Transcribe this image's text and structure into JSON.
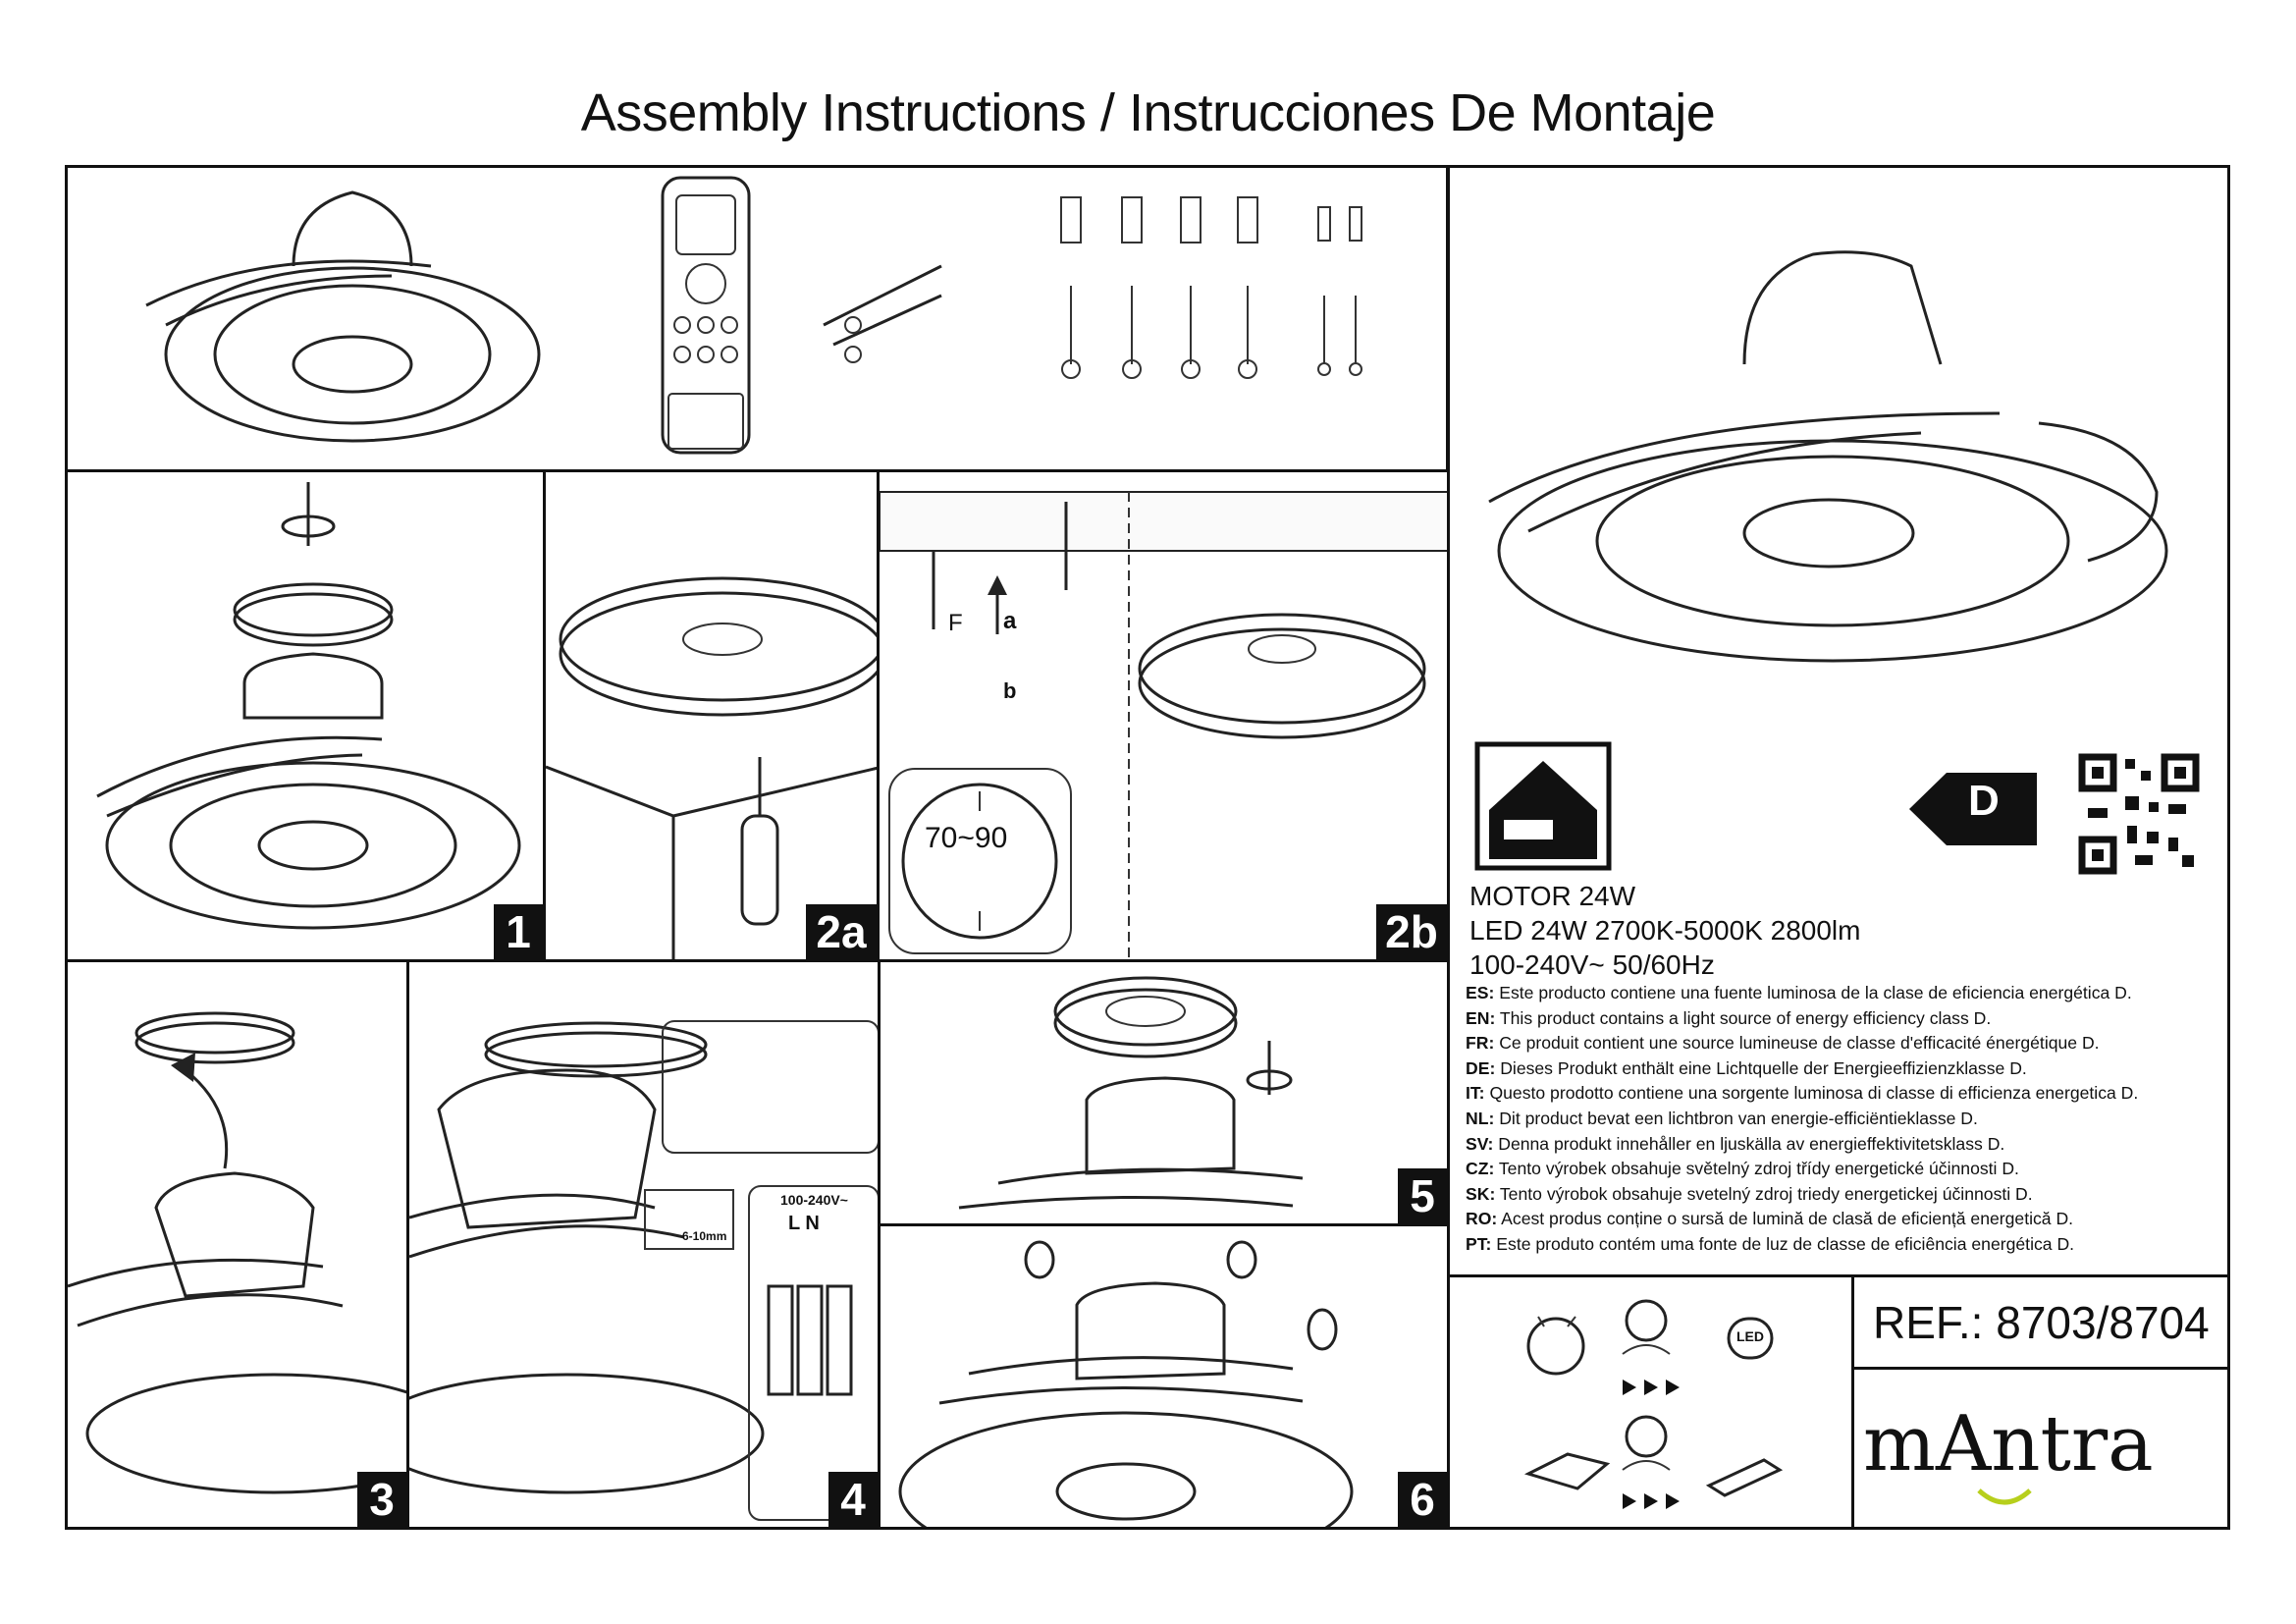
{
  "title": "Assembly Instructions / Instrucciones De Montaje",
  "steps": {
    "s1": "1",
    "s2a": "2a",
    "s2b": "2b",
    "s3": "3",
    "s4": "4",
    "s5": "5",
    "s6": "6"
  },
  "step2b": {
    "distance": "70~90",
    "label_f": "F",
    "label_a": "a",
    "label_b": "b"
  },
  "step4": {
    "voltage": "100-240V~",
    "terminals": "L N",
    "strip": "6-10mm"
  },
  "specs": {
    "motor": "MOTOR 24W",
    "led": "LED 24W 2700K-5000K 2800lm",
    "voltage": "100-240V~ 50/60Hz"
  },
  "energy_class": "D",
  "energy_lines": [
    {
      "code": "ES:",
      "text": "Este producto contiene una fuente luminosa de la clase de eficiencia energética D."
    },
    {
      "code": "EN:",
      "text": "This product contains a light source of energy efficiency class D."
    },
    {
      "code": "FR:",
      "text": "Ce produit contient une source lumineuse de classe d'efficacité énergétique D."
    },
    {
      "code": "DE:",
      "text": "Dieses Produkt enthält eine Lichtquelle der Energieeffizienzklasse D."
    },
    {
      "code": "IT:",
      "text": "Questo prodotto contiene una sorgente luminosa di classe di efficienza energetica D."
    },
    {
      "code": "NL:",
      "text": "Dit product bevat een lichtbron van energie-efficiëntieklasse D."
    },
    {
      "code": "SV:",
      "text": "Denna produkt innehåller en ljuskälla av energieffektivitetsklass D."
    },
    {
      "code": "CZ:",
      "text": "Tento výrobek obsahuje světelný zdroj třídy energetické účinnosti D."
    },
    {
      "code": "SK:",
      "text": "Tento výrobok obsahuje svetelný zdroj triedy energetickej účinnosti D."
    },
    {
      "code": "RO:",
      "text": "Acest produs conține o sursă de lumină de clasă de eficiență energetică D."
    },
    {
      "code": "PT:",
      "text": "Este produto contém uma fonte de luz de classe de eficiência energética D."
    }
  ],
  "led_icon_text": "LED",
  "reference": "REF.: 8703/8704",
  "brand": "mAntra"
}
